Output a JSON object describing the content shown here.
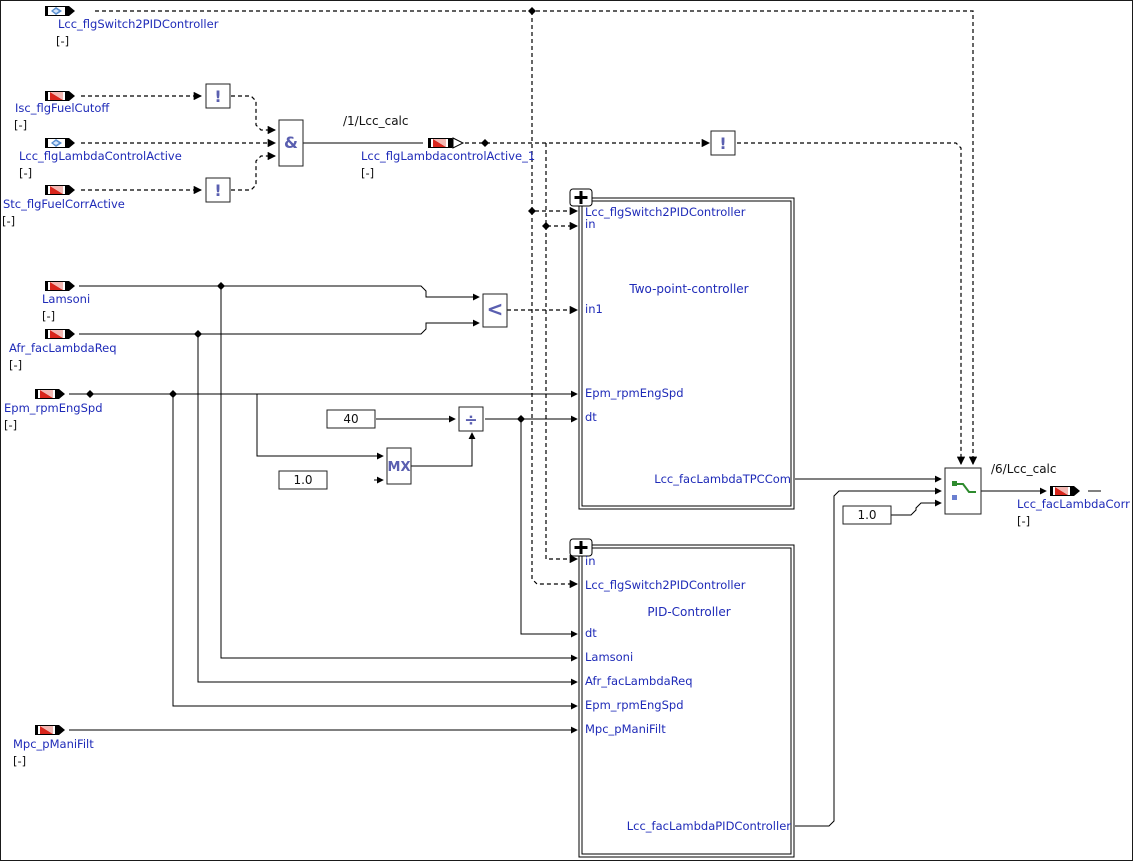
{
  "inputs": {
    "flgSwitch": {
      "name": "Lcc_flgSwitch2PIDController",
      "dim": "[-]"
    },
    "fuelCutoff": {
      "name": "Isc_flgFuelCutoff",
      "dim": "[-]"
    },
    "lambdaActive": {
      "name": "Lcc_flgLambdaControlActive",
      "dim": "[-]"
    },
    "fuelCorr": {
      "name": "Stc_flgFuelCorrActive",
      "dim": "[-]"
    },
    "lamsoni": {
      "name": "Lamsoni",
      "dim": "[-]"
    },
    "lambdaReq": {
      "name": "Afr_facLambdaReq",
      "dim": "[-]"
    },
    "engSpd": {
      "name": "Epm_rpmEngSpd",
      "dim": "[-]"
    },
    "pMani": {
      "name": "Mpc_pManiFilt",
      "dim": "[-]"
    }
  },
  "message": {
    "name": "Lcc_flgLambdacontrolActive_1",
    "dim": "[-]",
    "process": "/1/Lcc_calc"
  },
  "output": {
    "name": "Lcc_facLambdaCorr",
    "dim": "[-]",
    "process": "/6/Lcc_calc"
  },
  "constants": {
    "c40": "40",
    "c1a": "1.0",
    "c1b": "1.0"
  },
  "operators": {
    "not": "!",
    "and": "&",
    "less": "<",
    "div": "÷",
    "max": "MX"
  },
  "tpc": {
    "title": "Two-point-controller",
    "ports_in": [
      "Lcc_flgSwitch2PIDController",
      "in",
      "in1",
      "Epm_rpmEngSpd",
      "dt"
    ],
    "port_out": "Lcc_facLambdaTPCCom"
  },
  "pid": {
    "title": "PID-Controller",
    "ports_in": [
      "in",
      "Lcc_flgSwitch2PIDController",
      "dt",
      "Lamsoni",
      "Afr_facLambdaReq",
      "Epm_rpmEngSpd",
      "Mpc_pManiFilt"
    ],
    "port_out": "Lcc_facLambdaPIDController"
  },
  "colors": {
    "label": "#1f2bb8",
    "operator": "#5a5fb0",
    "msgRed": "#d9261c",
    "msgBlue": "#5a8fd0"
  }
}
